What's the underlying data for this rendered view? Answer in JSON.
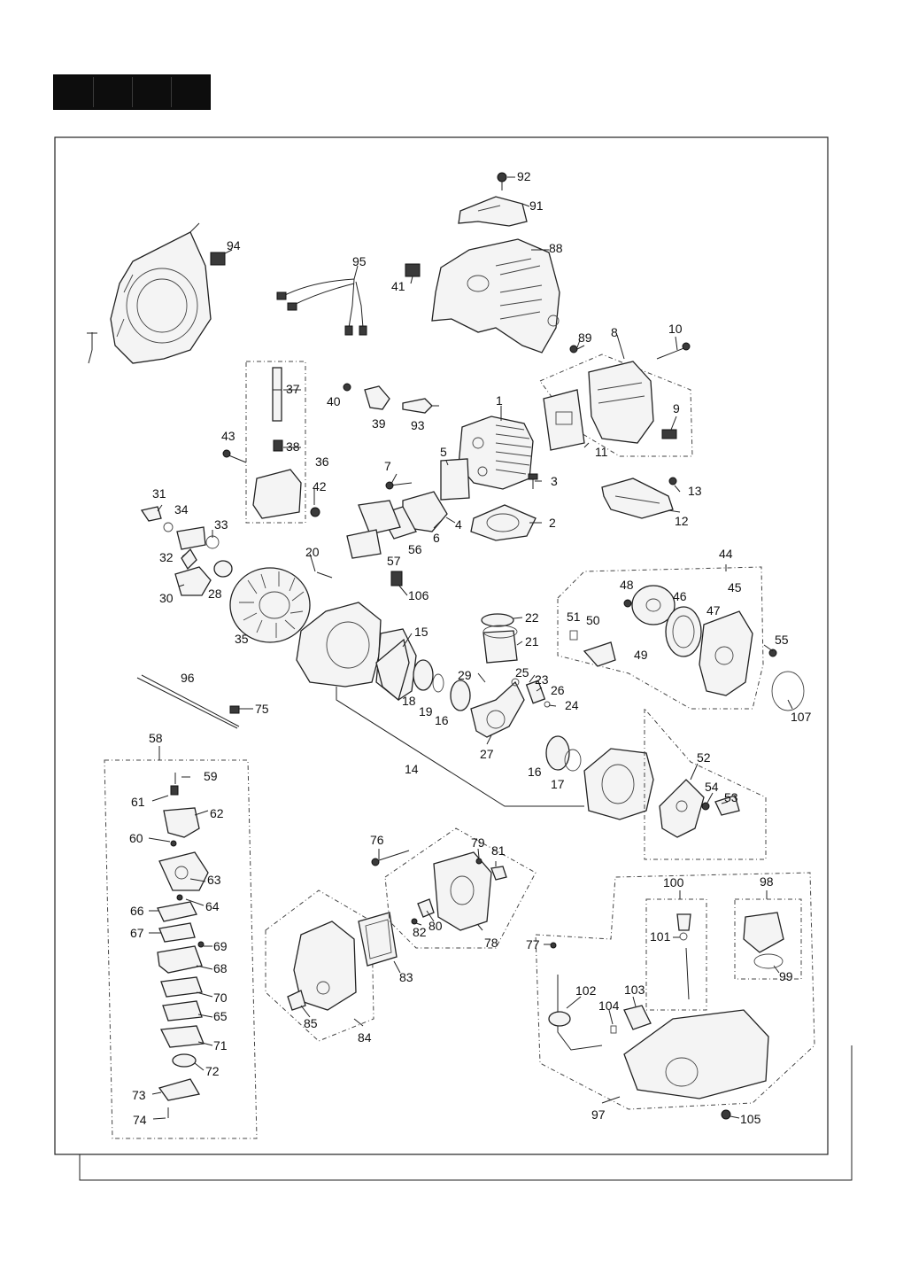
{
  "labels": {
    "p1": "1",
    "p2": "2",
    "p3": "3",
    "p4": "4",
    "p5": "5",
    "p6": "6",
    "p7": "7",
    "p8": "8",
    "p9": "9",
    "p10": "10",
    "p11": "11",
    "p12": "12",
    "p13": "13",
    "p14": "14",
    "p15": "15",
    "p16a": "16",
    "p16b": "16",
    "p17": "17",
    "p18": "18",
    "p19": "19",
    "p20": "20",
    "p21": "21",
    "p22": "22",
    "p23": "23",
    "p24": "24",
    "p25": "25",
    "p26": "26",
    "p27": "27",
    "p28": "28",
    "p29": "29",
    "p30": "30",
    "p31": "31",
    "p32": "32",
    "p33": "33",
    "p34": "34",
    "p35": "35",
    "p36": "36",
    "p37": "37",
    "p38": "38",
    "p39": "39",
    "p40": "40",
    "p41": "41",
    "p42": "42",
    "p43": "43",
    "p44": "44",
    "p45": "45",
    "p46": "46",
    "p47": "47",
    "p48": "48",
    "p49": "49",
    "p50": "50",
    "p51": "51",
    "p52": "52",
    "p53": "53",
    "p54": "54",
    "p55": "55",
    "p56": "56",
    "p57": "57",
    "p58": "58",
    "p59": "59",
    "p60": "60",
    "p61": "61",
    "p62": "62",
    "p63": "63",
    "p64": "64",
    "p65": "65",
    "p66": "66",
    "p67": "67",
    "p68": "68",
    "p69": "69",
    "p70": "70",
    "p71": "71",
    "p72": "72",
    "p73": "73",
    "p74": "74",
    "p75": "75",
    "p76": "76",
    "p77": "77",
    "p78": "78",
    "p79": "79",
    "p80": "80",
    "p81": "81",
    "p82": "82",
    "p83": "83",
    "p84": "84",
    "p85": "85",
    "p88": "88",
    "p89": "89",
    "p91": "91",
    "p92": "92",
    "p93": "93",
    "p94": "94",
    "p95": "95",
    "p96": "96",
    "p97": "97",
    "p98": "98",
    "p99": "99",
    "p100": "100",
    "p101": "101",
    "p102": "102",
    "p103": "103",
    "p104": "104",
    "p105": "105",
    "p106": "106",
    "p107": "107"
  }
}
